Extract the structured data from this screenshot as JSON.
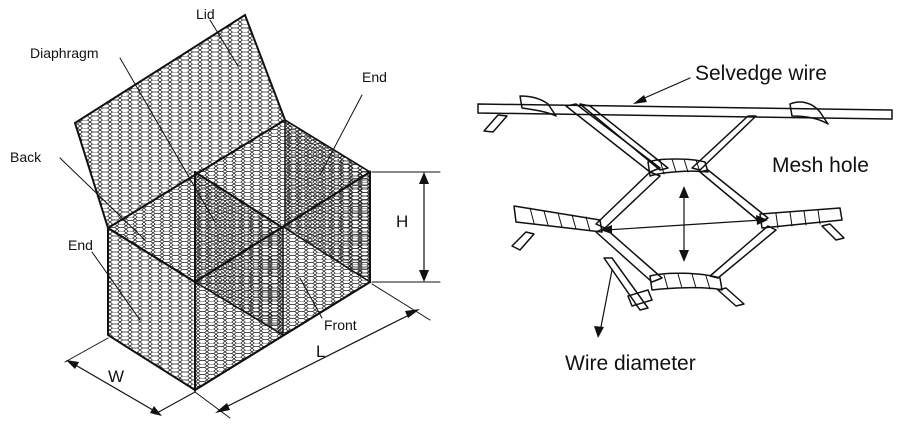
{
  "gabion": {
    "labels": {
      "lid": "Lid",
      "diaphragm": "Diaphragm",
      "end_top": "End",
      "back": "Back",
      "end_left": "End",
      "front": "Front",
      "height": "H",
      "length": "L",
      "width": "W"
    }
  },
  "mesh_detail": {
    "labels": {
      "selvedge": "Selvedge wire",
      "mesh_hole": "Mesh hole",
      "wire_diameter": "Wire diameter"
    }
  }
}
